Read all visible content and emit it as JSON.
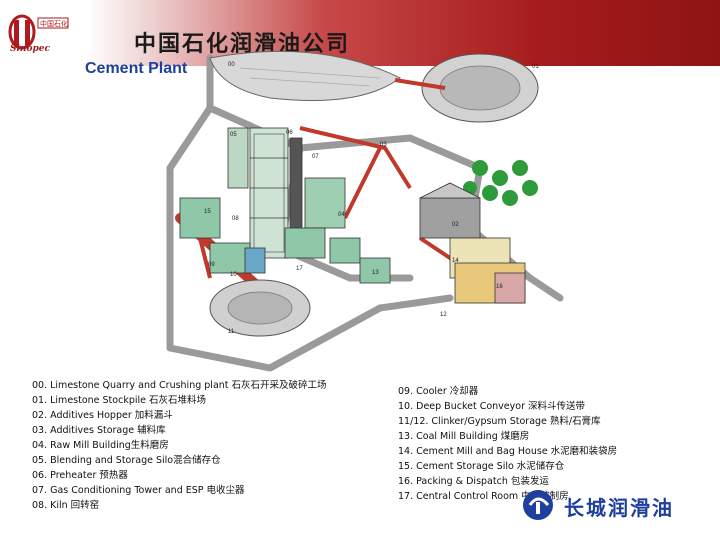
{
  "header": {
    "logo_text": "Sinopec",
    "title_cn": "中国石化润滑油公司",
    "subtitle": "Cement Plant"
  },
  "diagram": {
    "labels": [
      "00",
      "01",
      "02",
      "03",
      "04",
      "05",
      "06",
      "07",
      "08",
      "09",
      "10",
      "11",
      "12",
      "13",
      "14",
      "15",
      "16",
      "17"
    ]
  },
  "legend_left": [
    "00. Limestone Quarry and Crushing plant 石灰石开采及破碎工场",
    "01. Limestone Stockpile 石灰石堆料场",
    "02. Additives Hopper 加料漏斗",
    "03. Additives Storage 辅料库",
    "04. Raw Mill Building生料磨房",
    "05. Blending and Storage Silo混合储存仓",
    "06. Preheater 预热器",
    "07. Gas Conditioning Tower and ESP 电收尘器",
    "08. Kiln 回转窑"
  ],
  "legend_right": [
    "09. Cooler 冷却器",
    "10. Deep Bucket Conveyor 深料斗传送带",
    "11/12. Clinker/Gypsum Storage 熟料/石膏库",
    "13. Coal Mill Building 煤磨房",
    "14. Cement Mill and Bag House 水泥磨和装袋房",
    "15. Cement Storage Silo 水泥储存仓",
    "16. Packing & Dispatch 包装发运",
    "17. Central Control Room 中心控制房"
  ],
  "brand": {
    "text": "长城润滑油"
  },
  "colors": {
    "accent_red": "#a61c1c",
    "brand_blue": "#1f3f9e",
    "building_green": "#8fc8a8",
    "conveyor_red": "#c0392b"
  }
}
